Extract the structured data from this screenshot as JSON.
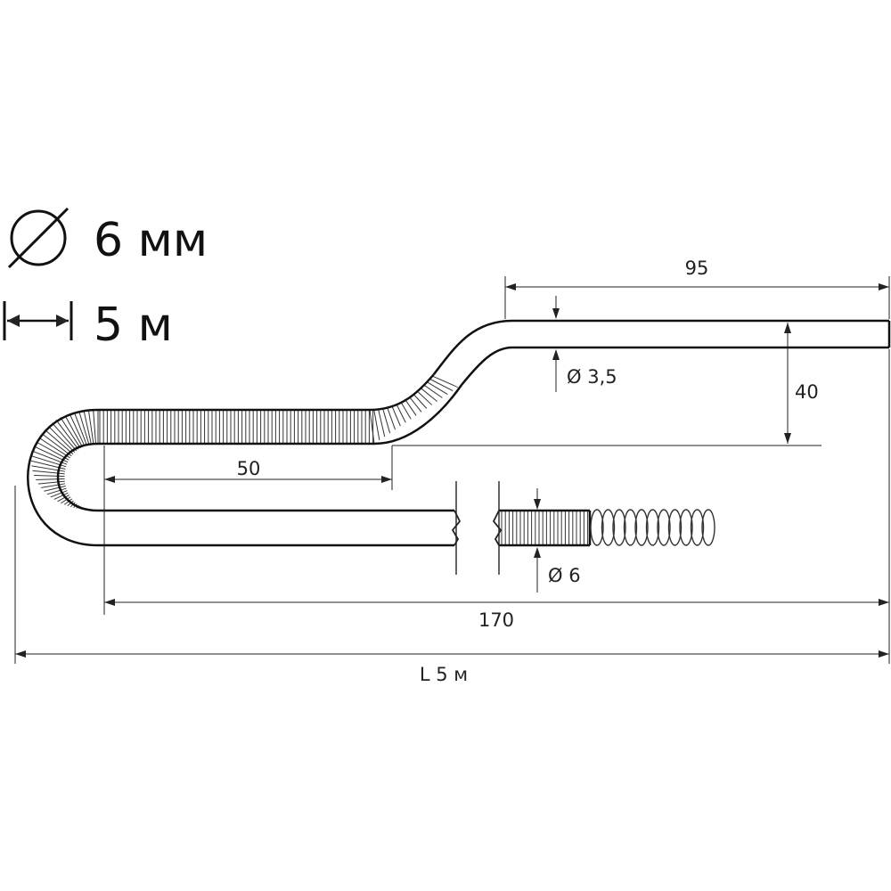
{
  "header": {
    "diameter_spec": "6 мм",
    "length_spec": "5 м"
  },
  "dimensions": {
    "top_length": "95",
    "height": "40",
    "tip_diameter": "Ø 3,5",
    "bend_length": "50",
    "hose_diameter": "Ø 6",
    "body_length": "170",
    "total_length": "L 5 м"
  },
  "icons": {
    "diameter": "diameter-icon",
    "length": "length-arrow-icon"
  }
}
